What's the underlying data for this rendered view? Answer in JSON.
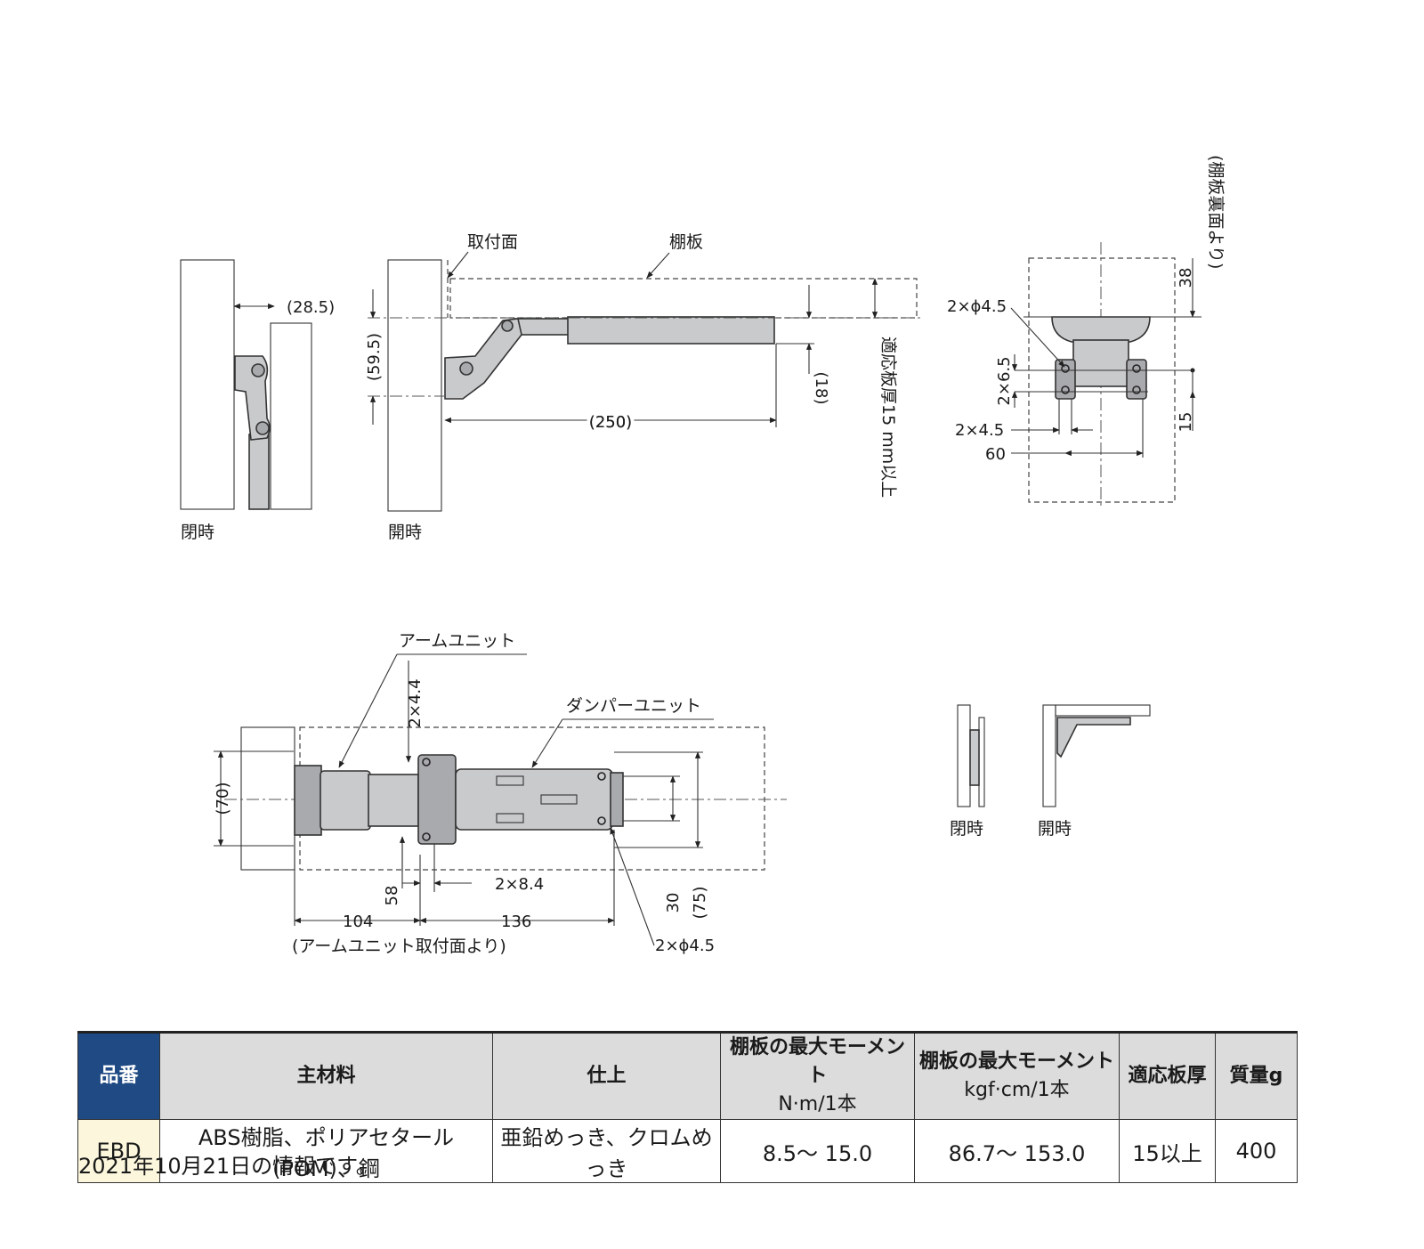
{
  "drawing": {
    "labels": {
      "closed_left": "閉時",
      "open_left": "開時",
      "mount_surface": "取付面",
      "shelf": "棚板",
      "applicable_thickness": "適応板厚15 mm以上",
      "from_shelf_back": "(棚板裏面より)",
      "arm_unit": "アームユニット",
      "damper_unit": "ダンパーユニット",
      "from_arm_mount": "(アームユニット取付面より)",
      "closed_small": "閉時",
      "open_small": "開時"
    },
    "dims": {
      "d28_5": "(28.5)",
      "d59_5": "(59.5)",
      "d250": "(250)",
      "d18": "(18)",
      "d2x4_5_top": "2×ϕ4.5",
      "d2x6_5": "2×6.5",
      "d2x4_5": "2×4.5",
      "d60": "60",
      "d38": "38",
      "d15": "15",
      "d2x4_4": "2×4.4",
      "d70": "(70)",
      "d58": "58",
      "d2x8_4": "2×8.4",
      "d104": "104",
      "d136": "136",
      "d30": "30",
      "d75": "(75)",
      "d2x4_5_bottom": "2×ϕ4.5"
    }
  },
  "table": {
    "headers": [
      {
        "line1": "品番",
        "line2": ""
      },
      {
        "line1": "主材料",
        "line2": ""
      },
      {
        "line1": "仕上",
        "line2": ""
      },
      {
        "line1": "棚板の最大モーメント",
        "line2": "N·m/1本"
      },
      {
        "line1": "棚板の最大モーメント",
        "line2": "kgf·cm/1本"
      },
      {
        "line1": "適応板厚",
        "line2": ""
      },
      {
        "line1": "質量g",
        "line2": ""
      }
    ],
    "rows": [
      [
        "EBD",
        "ABS樹脂、ポリアセタール(POM)、鋼",
        "亜鉛めっき、クロムめっき",
        "8.5〜 15.0",
        "86.7〜 153.0",
        "15以上",
        "400"
      ]
    ]
  },
  "footnote": "2021年10月21日の情報です。"
}
